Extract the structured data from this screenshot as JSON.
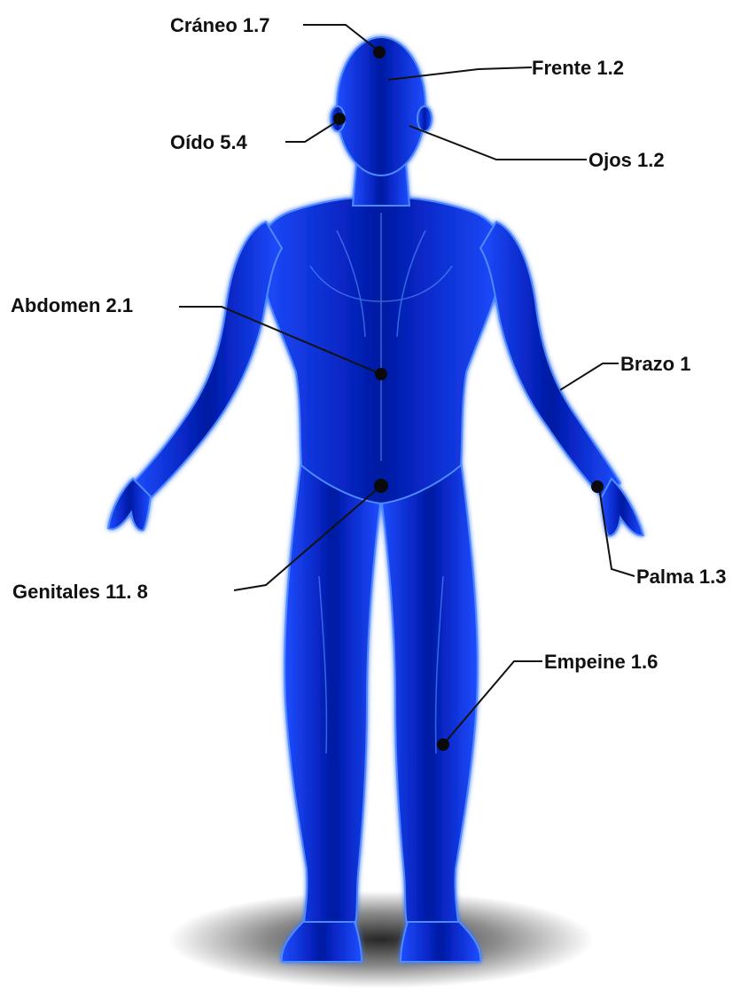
{
  "colors": {
    "body_fill": "#0a33d8",
    "body_dark": "#04168c",
    "body_highlight": "#4d8bff",
    "body_glow": "#3d6cff",
    "point": "#0a0a0a",
    "leader": "#111111",
    "shadow": "#000000"
  },
  "labels": {
    "craneo": "Cráneo 1.7",
    "frente": "Frente 1.2",
    "oido": "Oído 5.4",
    "ojos": "Ojos 1.2",
    "abdomen": "Abdomen 2.1",
    "brazo": "Brazo 1",
    "genitales": "Genitales 11. 8",
    "palma": "Palma 1.3",
    "empeine": "Empeine 1.6"
  }
}
